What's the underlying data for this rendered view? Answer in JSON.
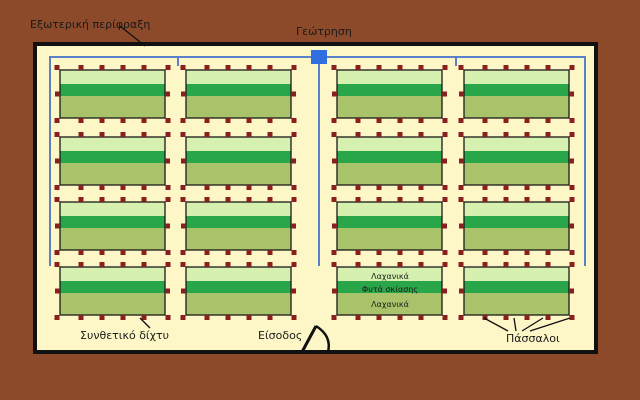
{
  "labels": {
    "outer_fence": "Εξωτερική περίφραξη",
    "well": "Γεώτρηση",
    "synthetic_net": "Συνθετικό δίχτυ",
    "entrance": "Είσοδος",
    "posts": "Πάσσαλοι",
    "bed_top": "Λαχανικά",
    "bed_middle": "Φυτά σκίασης",
    "bed_bottom": "Λαχανικά"
  },
  "colors": {
    "soil": "#8c4a2a",
    "field": "#fdf6c6",
    "bed_light": "#d6f0b0",
    "bed_dark": "#2aa64a",
    "bed_olive": "#a9c36a",
    "pipe": "#5b7fc9",
    "well": "#2f6fe0",
    "post": "#8a1f1f",
    "fence": "#111111"
  },
  "layout": {
    "blocks": 2,
    "columns_per_block": 2,
    "rows": 4
  }
}
